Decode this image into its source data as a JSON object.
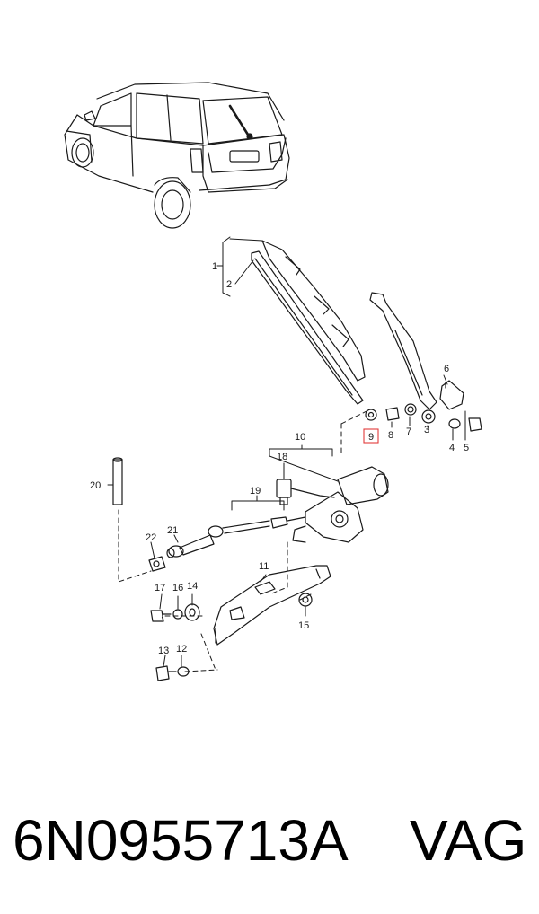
{
  "diagram": {
    "callouts": [
      {
        "id": "1",
        "label": "1"
      },
      {
        "id": "2",
        "label": "2"
      },
      {
        "id": "3",
        "label": "3"
      },
      {
        "id": "4",
        "label": "4"
      },
      {
        "id": "5",
        "label": "5"
      },
      {
        "id": "6",
        "label": "6"
      },
      {
        "id": "7",
        "label": "7"
      },
      {
        "id": "8",
        "label": "8"
      },
      {
        "id": "9",
        "label": "9",
        "highlighted": true
      },
      {
        "id": "10",
        "label": "10"
      },
      {
        "id": "11",
        "label": "11"
      },
      {
        "id": "12",
        "label": "12"
      },
      {
        "id": "13",
        "label": "13"
      },
      {
        "id": "14",
        "label": "14"
      },
      {
        "id": "15",
        "label": "15"
      },
      {
        "id": "16",
        "label": "16"
      },
      {
        "id": "17",
        "label": "17"
      },
      {
        "id": "18",
        "label": "18"
      },
      {
        "id": "19",
        "label": "19"
      },
      {
        "id": "20",
        "label": "20"
      },
      {
        "id": "21",
        "label": "21"
      },
      {
        "id": "22",
        "label": "22"
      }
    ],
    "highlight_color": "#e23b3b",
    "line_color": "#1a1a1a"
  },
  "footer": {
    "part_number": "6N0955713A",
    "brand": "VAG"
  }
}
